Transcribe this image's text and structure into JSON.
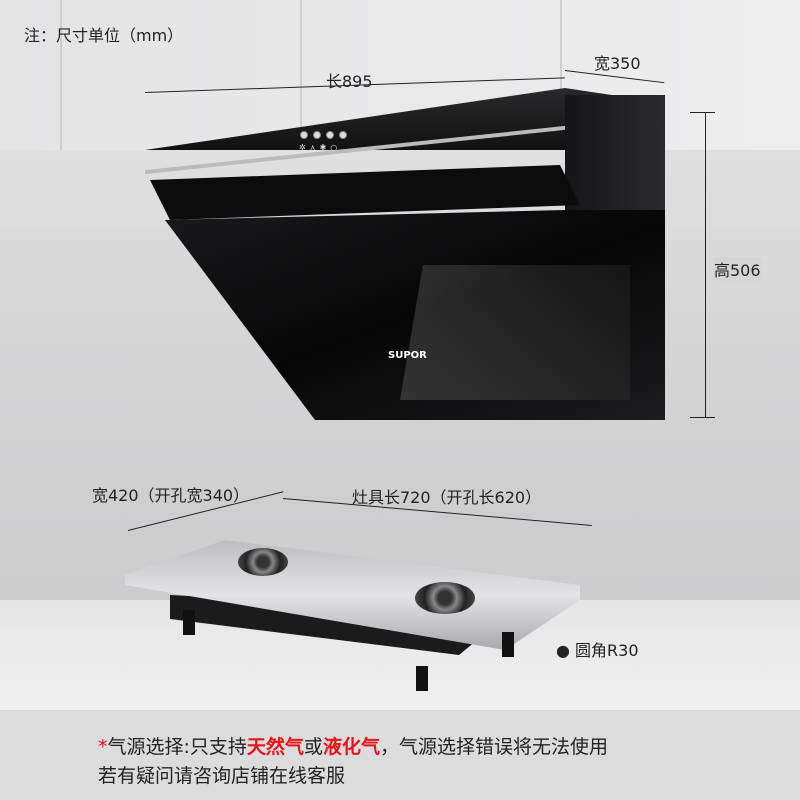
{
  "note": "注：尺寸单位（mm）",
  "hood": {
    "length": "长895",
    "width": "宽350",
    "height": "高506",
    "brand": "SUPOR"
  },
  "stove": {
    "width": "宽420（开孔宽340）",
    "length": "灶具长720（开孔长620）",
    "corner": "圆角R30"
  },
  "footer": {
    "asterisk": "*",
    "line1_a": "气源选择:只支持",
    "gas1": "天然气",
    "or": "或",
    "gas2": "液化气",
    "line1_b": "，气源选择错误将无法使用",
    "line2": "若有疑问请咨询店铺在线客服",
    "accent": "#e8141b"
  }
}
